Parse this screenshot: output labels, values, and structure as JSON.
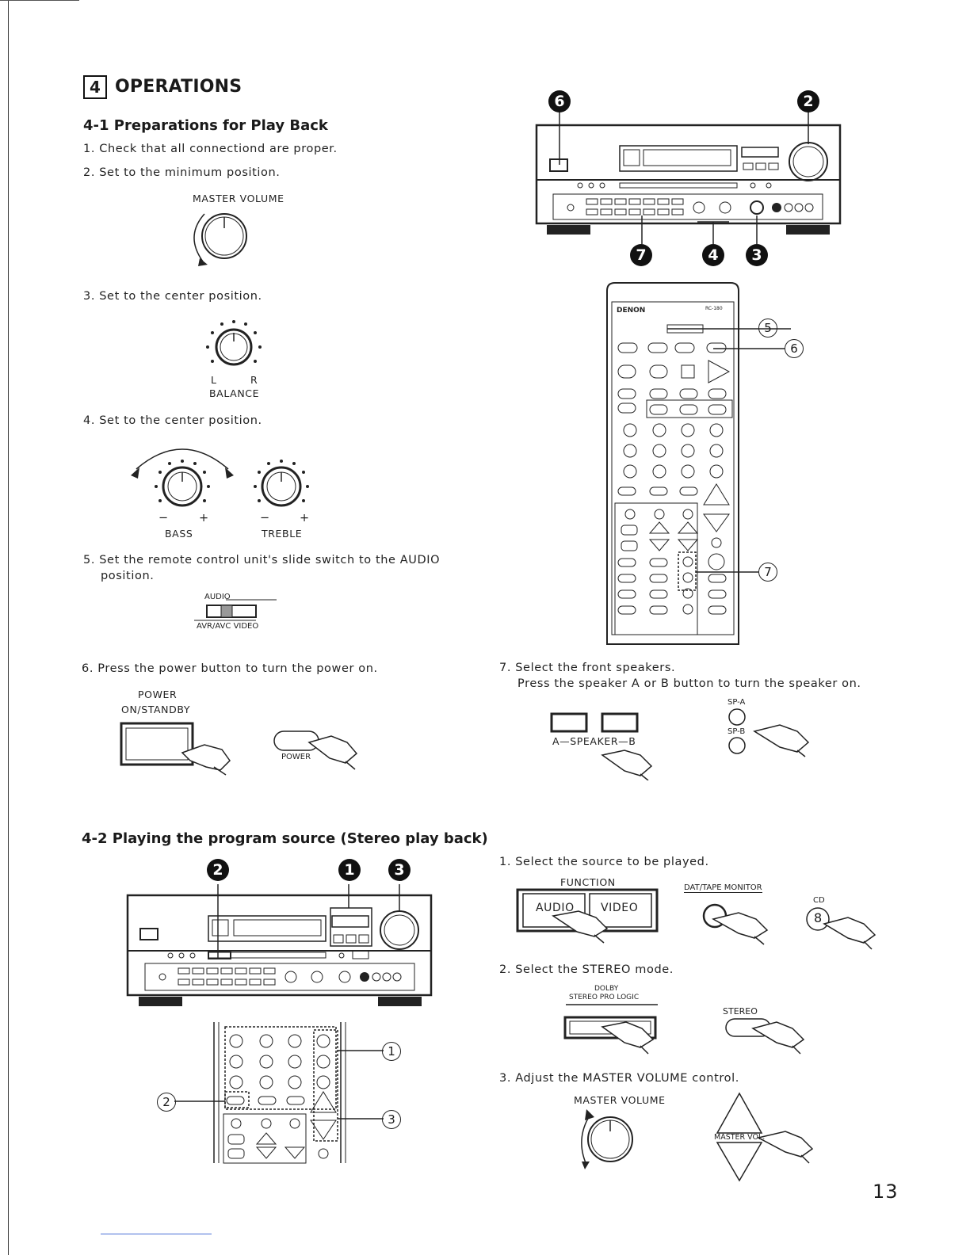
{
  "section": {
    "number": "4",
    "title": "OPERATIONS"
  },
  "sub1": {
    "title": "4-1 Preparations for Play Back",
    "steps": [
      "1. Check that all connectiond are proper.",
      "2. Set to the minimum position.",
      "3. Set to the center position.",
      "4. Set to the center position.",
      "5. Set the remote control unit's slide switch to the AUDIO",
      "position.",
      "6. Press the power button to turn the power on.",
      "7. Select the front speakers.",
      "Press the speaker A or B button to turn the speaker on."
    ],
    "labels": {
      "master_volume": "MASTER VOLUME",
      "balance": "BALANCE",
      "balance_l": "L",
      "balance_r": "R",
      "bass": "BASS",
      "treble": "TREBLE",
      "minus": "−",
      "plus": "+",
      "audio": "AUDIO",
      "avr_video": "AVR/AVC VIDEO",
      "power": "POWER",
      "on_standby": "ON/STANDBY",
      "power_small": "POWER",
      "speaker": "A—SPEAKER—B",
      "sp_a": "SP-A",
      "sp_b": "SP-B"
    },
    "callouts_receiver": [
      "6",
      "2",
      "7",
      "4",
      "3"
    ],
    "callouts_remote": [
      "5",
      "6",
      "7"
    ],
    "remote_brand": "DENON",
    "remote_model": "RC-180"
  },
  "sub2": {
    "title": "4-2 Playing the program source (Stereo play back)",
    "steps": [
      "1. Select the source to be played.",
      "2. Select the STEREO mode.",
      "3. Adjust the MASTER VOLUME control."
    ],
    "labels": {
      "function": "FUNCTION",
      "audio": "AUDIO",
      "video": "VIDEO",
      "dat_tape_monitor": "DAT/TAPE MONITOR",
      "cd": "CD",
      "cd_num": "8",
      "dolby": "DOLBY",
      "stereo_pro_logic": "STEREO PRO LOGIC",
      "stereo": "STEREO",
      "master_volume": "MASTER VOLUME",
      "master_vol": "MASTER VOL."
    },
    "callouts_receiver": [
      "2",
      "1",
      "3"
    ],
    "callouts_remote": [
      "1",
      "2",
      "3"
    ]
  },
  "page_number": "13"
}
